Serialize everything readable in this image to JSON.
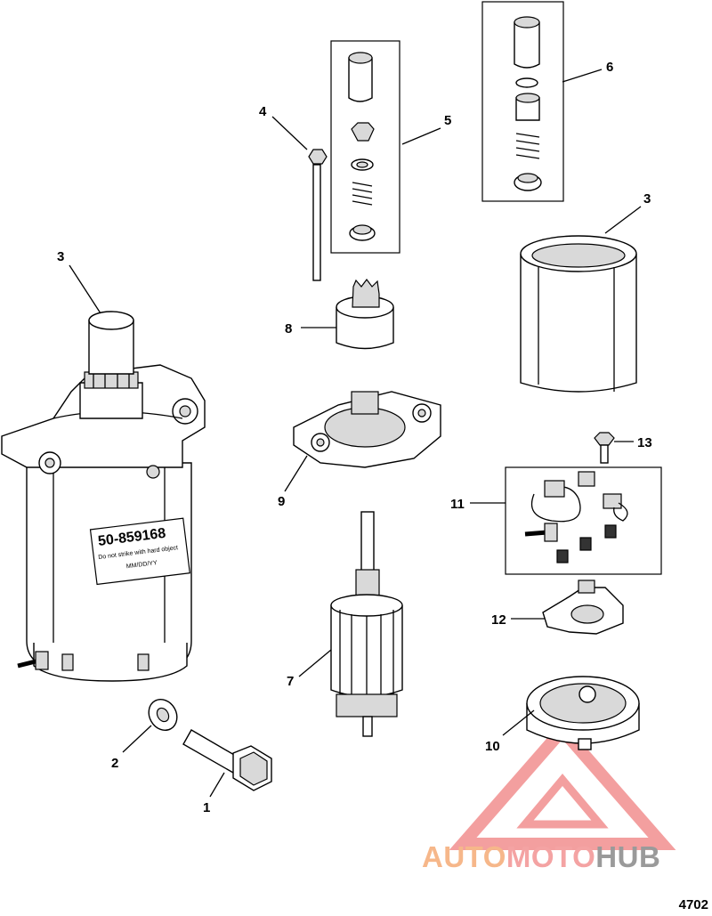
{
  "diagram": {
    "callouts": [
      {
        "id": "c1",
        "label": "1"
      },
      {
        "id": "c2",
        "label": "2"
      },
      {
        "id": "c3a",
        "label": "3"
      },
      {
        "id": "c3b",
        "label": "3"
      },
      {
        "id": "c4",
        "label": "4"
      },
      {
        "id": "c5",
        "label": "5"
      },
      {
        "id": "c6",
        "label": "6"
      },
      {
        "id": "c7",
        "label": "7"
      },
      {
        "id": "c8",
        "label": "8"
      },
      {
        "id": "c9",
        "label": "9"
      },
      {
        "id": "c10",
        "label": "10"
      },
      {
        "id": "c11",
        "label": "11"
      },
      {
        "id": "c12",
        "label": "12"
      },
      {
        "id": "c13",
        "label": "13"
      }
    ],
    "motor_label": {
      "part_number": "50-859168",
      "warning": "Do not strike with hard object",
      "date": "MM/DD/YY"
    },
    "diagram_number": "4702"
  },
  "watermark": {
    "part_a": "AUTO",
    "part_b": "MOTO",
    "part_c": "HUB",
    "colors": {
      "auto": "#f6b78a",
      "moto": "#f4a3a3",
      "hub": "#9a9a9a",
      "triangle": "#f08080"
    }
  }
}
